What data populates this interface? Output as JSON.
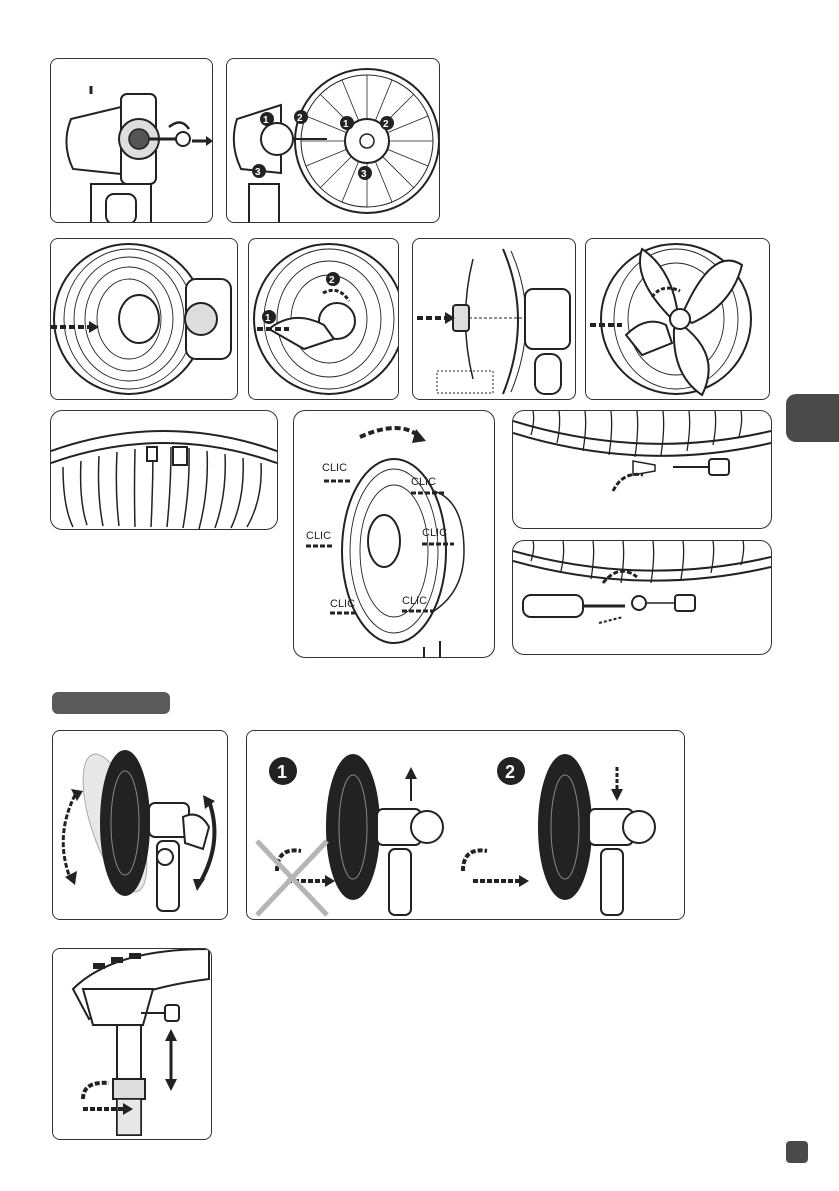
{
  "labels": {
    "clic": "CLIC",
    "step_one": "1",
    "step_two": "2",
    "step_three": "3"
  },
  "colors": {
    "line": "#222222",
    "tab": "#5a5a5a",
    "side_tab": "#4a4a4a",
    "forbidden_cross": "#b5b5b5"
  }
}
